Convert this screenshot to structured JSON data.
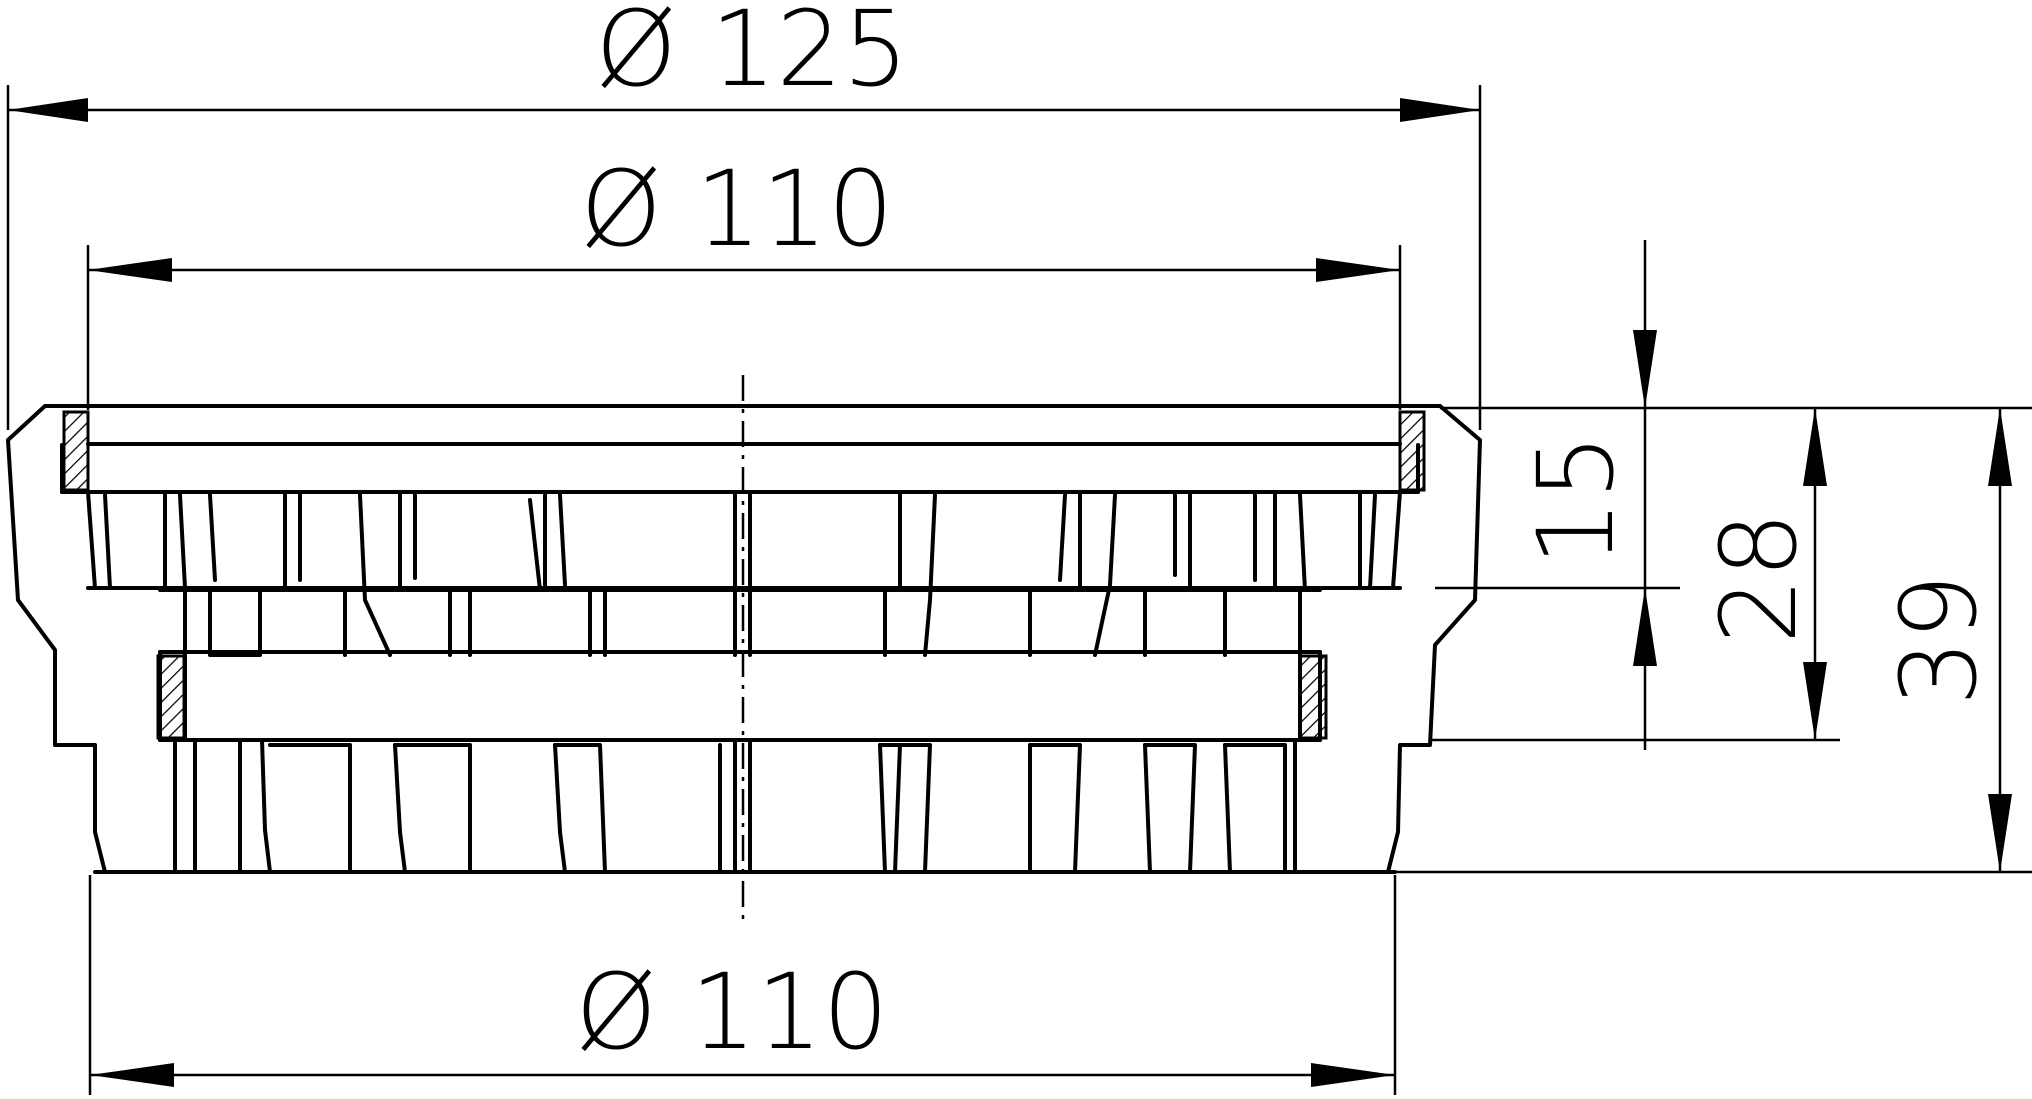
{
  "dimensions": {
    "top_outer_diameter": "Ø 125",
    "top_inner_diameter": "Ø 110",
    "bottom_diameter": "Ø 110",
    "upper_height": "15",
    "mid_height": "28",
    "total_height": "39"
  },
  "colors": {
    "line": "#000000",
    "background": "#ffffff"
  }
}
